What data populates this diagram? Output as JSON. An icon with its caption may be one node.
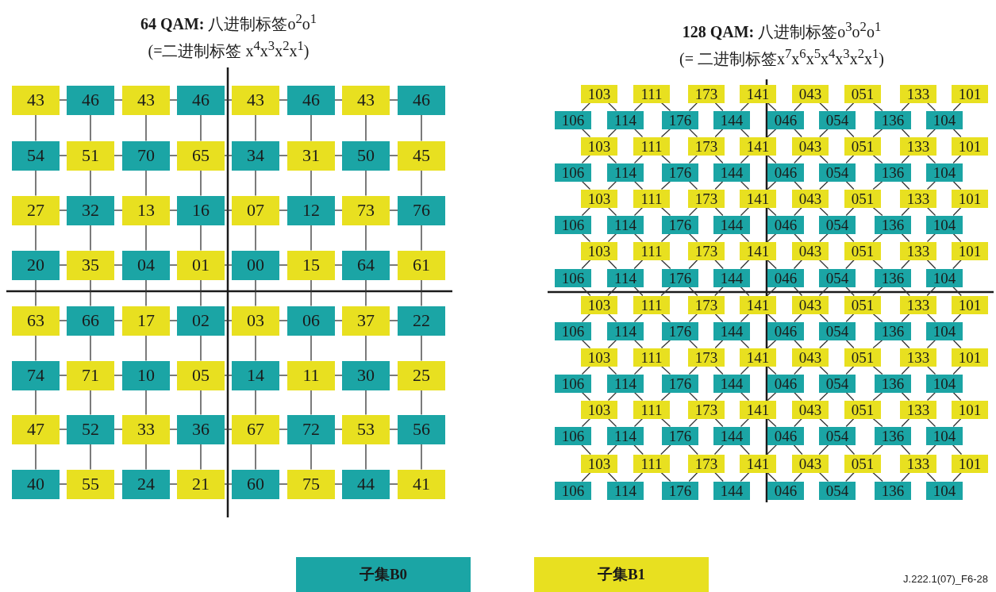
{
  "diagram": {
    "nodes": [
      {
        "text": [
          "43"
        ]
      },
      {
        "text": [
          "46"
        ]
      },
      {
        "text": [
          "43"
        ]
      },
      {
        "text": [
          "46"
        ]
      },
      {
        "text": [
          "43"
        ]
      },
      {
        "text": [
          "46"
        ]
      },
      {
        "text": [
          "43"
        ]
      },
      {
        "text": [
          "46"
        ]
      },
      {
        "text": [
          "54"
        ]
      },
      {
        "text": [
          "51"
        ]
      },
      {
        "text": [
          "70"
        ]
      },
      {
        "text": [
          "65"
        ]
      },
      {
        "text": [
          "34"
        ]
      },
      {
        "text": [
          "31"
        ]
      },
      {
        "text": [
          "50"
        ]
      },
      {
        "text": [
          "45"
        ]
      },
      {
        "text": [
          "27"
        ]
      },
      {
        "text": [
          "32"
        ]
      },
      {
        "text": [
          "13"
        ]
      },
      {
        "text": [
          "16"
        ]
      },
      {
        "text": [
          "07"
        ]
      },
      {
        "text": [
          "12"
        ]
      },
      {
        "text": [
          "73"
        ]
      },
      {
        "text": [
          "76"
        ]
      },
      {
        "text": [
          "20"
        ]
      },
      {
        "text": [
          "35"
        ]
      },
      {
        "text": [
          "04"
        ]
      },
      {
        "text": [
          "01"
        ]
      },
      {
        "text": [
          "00"
        ]
      },
      {
        "text": [
          "15"
        ]
      },
      {
        "text": [
          "64"
        ]
      },
      {
        "text": [
          "61"
        ]
      },
      {
        "text": [
          "63"
        ]
      },
      {
        "text": [
          "66"
        ]
      },
      {
        "text": [
          "17"
        ]
      },
      {
        "text": [
          "02"
        ]
      },
      {
        "text": [
          "03"
        ]
      },
      {
        "text": [
          "06"
        ]
      },
      {
        "text": [
          "37"
        ]
      },
      {
        "text": [
          "22"
        ]
      },
      {
        "text": [
          "74"
        ]
      },
      {
        "text": [
          "71"
        ]
      },
      {
        "text": [
          "10"
        ]
      },
      {
        "text": [
          "05"
        ]
      },
      {
        "text": [
          "14"
        ]
      },
      {
        "text": [
          "11"
        ]
      },
      {
        "text": [
          "30"
        ]
      },
      {
        "text": [
          "25"
        ]
      },
      {
        "text": [
          "47"
        ]
      },
      {
        "text": [
          "52"
        ]
      },
      {
        "text": [
          "33"
        ]
      },
      {
        "text": [
          "36"
        ]
      },
      {
        "text": [
          "67"
        ]
      },
      {
        "text": [
          "72"
        ]
      },
      {
        "text": [
          "53"
        ]
      },
      {
        "text": [
          "56"
        ]
      },
      {
        "text": [
          "40"
        ]
      },
      {
        "text": [
          "55"
        ]
      },
      {
        "text": [
          "24"
        ]
      },
      {
        "text": [
          "21"
        ]
      },
      {
        "text": [
          "60"
        ]
      },
      {
        "text": [
          "75"
        ]
      },
      {
        "text": [
          "44"
        ]
      },
      {
        "text": [
          "41"
        ]
      },
      {
        "text": [
          "103"
        ]
      },
      {
        "text": [
          "111"
        ]
      },
      {
        "text": [
          "173"
        ]
      },
      {
        "text": [
          "141"
        ]
      },
      {
        "text": [
          "043"
        ]
      },
      {
        "text": [
          "051"
        ]
      },
      {
        "text": [
          "133"
        ]
      },
      {
        "text": [
          "101"
        ]
      },
      {
        "text": [
          "106"
        ]
      },
      {
        "text": [
          "114"
        ]
      },
      {
        "text": [
          "176"
        ]
      },
      {
        "text": [
          "144"
        ]
      },
      {
        "text": [
          "046"
        ]
      },
      {
        "text": [
          "054"
        ]
      },
      {
        "text": [
          "136"
        ]
      },
      {
        "text": [
          "104"
        ]
      },
      {
        "text": [
          "103"
        ]
      },
      {
        "text": [
          "111"
        ]
      },
      {
        "text": [
          "173"
        ]
      },
      {
        "text": [
          "141"
        ]
      },
      {
        "text": [
          "043"
        ]
      },
      {
        "text": [
          "051"
        ]
      },
      {
        "text": [
          "133"
        ]
      },
      {
        "text": [
          "101"
        ]
      },
      {
        "text": [
          "106"
        ]
      },
      {
        "text": [
          "114"
        ]
      },
      {
        "text": [
          "176"
        ]
      },
      {
        "text": [
          "144"
        ]
      },
      {
        "text": [
          "046"
        ]
      },
      {
        "text": [
          "054"
        ]
      },
      {
        "text": [
          "136"
        ]
      },
      {
        "text": [
          "104"
        ]
      },
      {
        "text": [
          "103"
        ]
      },
      {
        "text": [
          "111"
        ]
      },
      {
        "text": [
          "173"
        ]
      },
      {
        "text": [
          "141"
        ]
      },
      {
        "text": [
          "043"
        ]
      },
      {
        "text": [
          "051"
        ]
      },
      {
        "text": [
          "133"
        ]
      },
      {
        "text": [
          "101"
        ]
      },
      {
        "text": [
          "106"
        ]
      },
      {
        "text": [
          "114"
        ]
      },
      {
        "text": [
          "176"
        ]
      },
      {
        "text": [
          "144"
        ]
      },
      {
        "text": [
          "046"
        ]
      },
      {
        "text": [
          "054"
        ]
      },
      {
        "text": [
          "136"
        ]
      },
      {
        "text": [
          "104"
        ]
      },
      {
        "text": [
          "103"
        ]
      },
      {
        "text": [
          "111"
        ]
      },
      {
        "text": [
          "173"
        ]
      },
      {
        "text": [
          "141"
        ]
      },
      {
        "text": [
          "043"
        ]
      },
      {
        "text": [
          "051"
        ]
      },
      {
        "text": [
          "133"
        ]
      },
      {
        "text": [
          "101"
        ]
      },
      {
        "text": [
          "106"
        ]
      },
      {
        "text": [
          "114"
        ]
      },
      {
        "text": [
          "176"
        ]
      },
      {
        "text": [
          "144"
        ]
      },
      {
        "text": [
          "046"
        ]
      },
      {
        "text": [
          "054"
        ]
      },
      {
        "text": [
          "136"
        ]
      },
      {
        "text": [
          "104"
        ]
      },
      {
        "text": [
          "103"
        ]
      },
      {
        "text": [
          "111"
        ]
      },
      {
        "text": [
          "173"
        ]
      },
      {
        "text": [
          "141"
        ]
      },
      {
        "text": [
          "043"
        ]
      },
      {
        "text": [
          "051"
        ]
      },
      {
        "text": [
          "133"
        ]
      },
      {
        "text": [
          "101"
        ]
      },
      {
        "text": [
          "106"
        ]
      },
      {
        "text": [
          "114"
        ]
      },
      {
        "text": [
          "176"
        ]
      },
      {
        "text": [
          "144"
        ]
      },
      {
        "text": [
          "046"
        ]
      },
      {
        "text": [
          "054"
        ]
      },
      {
        "text": [
          "136"
        ]
      },
      {
        "text": [
          "104"
        ]
      },
      {
        "text": [
          "103"
        ]
      },
      {
        "text": [
          "111"
        ]
      },
      {
        "text": [
          "173"
        ]
      },
      {
        "text": [
          "141"
        ]
      },
      {
        "text": [
          "043"
        ]
      },
      {
        "text": [
          "051"
        ]
      },
      {
        "text": [
          "133"
        ]
      },
      {
        "text": [
          "101"
        ]
      },
      {
        "text": [
          "106"
        ]
      },
      {
        "text": [
          "114"
        ]
      },
      {
        "text": [
          "176"
        ]
      },
      {
        "text": [
          "144"
        ]
      },
      {
        "text": [
          "046"
        ]
      },
      {
        "text": [
          "054"
        ]
      },
      {
        "text": [
          "136"
        ]
      },
      {
        "text": [
          "104"
        ]
      },
      {
        "text": [
          "103"
        ]
      },
      {
        "text": [
          "111"
        ]
      },
      {
        "text": [
          "173"
        ]
      },
      {
        "text": [
          "141"
        ]
      },
      {
        "text": [
          "043"
        ]
      },
      {
        "text": [
          "051"
        ]
      },
      {
        "text": [
          "133"
        ]
      },
      {
        "text": [
          "101"
        ]
      },
      {
        "text": [
          "106"
        ]
      },
      {
        "text": [
          "114"
        ]
      },
      {
        "text": [
          "176"
        ]
      },
      {
        "text": [
          "144"
        ]
      },
      {
        "text": [
          "046"
        ]
      },
      {
        "text": [
          "054"
        ]
      },
      {
        "text": [
          "136"
        ]
      },
      {
        "text": [
          "104"
        ]
      },
      {
        "text": [
          "103"
        ]
      },
      {
        "text": [
          "111"
        ]
      },
      {
        "text": [
          "173"
        ]
      },
      {
        "text": [
          "141"
        ]
      },
      {
        "text": [
          "043"
        ]
      },
      {
        "text": [
          "051"
        ]
      },
      {
        "text": [
          "133"
        ]
      },
      {
        "text": [
          "101"
        ]
      },
      {
        "text": [
          "106"
        ]
      },
      {
        "text": [
          "114"
        ]
      },
      {
        "text": [
          "176"
        ]
      },
      {
        "text": [
          "144"
        ]
      },
      {
        "text": [
          "046"
        ]
      },
      {
        "text": [
          "054"
        ]
      },
      {
        "text": [
          "136"
        ]
      },
      {
        "text": [
          "104"
        ]
      }
    ],
    "edges": [
      {
        "from": 0,
        "to": 1,
        "arrow": "none"
      },
      {
        "from": 1,
        "to": 2,
        "arrow": "none"
      },
      {
        "from": 2,
        "to": 3,
        "arrow": "none"
      },
      {
        "from": 3,
        "to": 4,
        "arrow": "none"
      },
      {
        "from": 4,
        "to": 5,
        "arrow": "none"
      },
      {
        "from": 5,
        "to": 6,
        "arrow": "none"
      },
      {
        "from": 6,
        "to": 7,
        "arrow": "none"
      },
      {
        "from": 0,
        "to": 8,
        "arrow": "none"
      },
      {
        "from": 1,
        "to": 9,
        "arrow": "none"
      },
      {
        "from": 2,
        "to": 10,
        "arrow": "none"
      },
      {
        "from": 3,
        "to": 11,
        "arrow": "none"
      },
      {
        "from": 4,
        "to": 12,
        "arrow": "none"
      },
      {
        "from": 5,
        "to": 13,
        "arrow": "none"
      },
      {
        "from": 6,
        "to": 14,
        "arrow": "none"
      },
      {
        "from": 7,
        "to": 15,
        "arrow": "none"
      },
      {
        "from": 8,
        "to": 9,
        "arrow": "none"
      },
      {
        "from": 9,
        "to": 10,
        "arrow": "none"
      },
      {
        "from": 10,
        "to": 11,
        "arrow": "none"
      },
      {
        "from": 11,
        "to": 12,
        "arrow": "none"
      },
      {
        "from": 12,
        "to": 13,
        "arrow": "none"
      },
      {
        "from": 13,
        "to": 14,
        "arrow": "none"
      },
      {
        "from": 14,
        "to": 15,
        "arrow": "none"
      },
      {
        "from": 8,
        "to": 16,
        "arrow": "none"
      },
      {
        "from": 9,
        "to": 17,
        "arrow": "none"
      },
      {
        "from": 10,
        "to": 18,
        "arrow": "none"
      },
      {
        "from": 11,
        "to": 19,
        "arrow": "none"
      },
      {
        "from": 12,
        "to": 20,
        "arrow": "none"
      },
      {
        "from": 13,
        "to": 21,
        "arrow": "none"
      },
      {
        "from": 14,
        "to": 22,
        "arrow": "none"
      },
      {
        "from": 15,
        "to": 23,
        "arrow": "none"
      },
      {
        "from": 16,
        "to": 17,
        "arrow": "none"
      },
      {
        "from": 17,
        "to": 18,
        "arrow": "none"
      },
      {
        "from": 18,
        "to": 19,
        "arrow": "none"
      },
      {
        "from": 19,
        "to": 20,
        "arrow": "none"
      },
      {
        "from": 20,
        "to": 21,
        "arrow": "none"
      },
      {
        "from": 21,
        "to": 22,
        "arrow": "none"
      },
      {
        "from": 22,
        "to": 23,
        "arrow": "none"
      },
      {
        "from": 16,
        "to": 24,
        "arrow": "none"
      },
      {
        "from": 17,
        "to": 25,
        "arrow": "none"
      },
      {
        "from": 18,
        "to": 26,
        "arrow": "none"
      },
      {
        "from": 19,
        "to": 27,
        "arrow": "none"
      },
      {
        "from": 20,
        "to": 28,
        "arrow": "none"
      },
      {
        "from": 21,
        "to": 29,
        "arrow": "none"
      },
      {
        "from": 22,
        "to": 30,
        "arrow": "none"
      },
      {
        "from": 23,
        "to": 31,
        "arrow": "none"
      },
      {
        "from": 24,
        "to": 25,
        "arrow": "none"
      },
      {
        "from": 25,
        "to": 26,
        "arrow": "none"
      },
      {
        "from": 26,
        "to": 27,
        "arrow": "none"
      },
      {
        "from": 27,
        "to": 28,
        "arrow": "none"
      },
      {
        "from": 28,
        "to": 29,
        "arrow": "none"
      },
      {
        "from": 29,
        "to": 30,
        "arrow": "none"
      },
      {
        "from": 30,
        "to": 31,
        "arrow": "none"
      },
      {
        "from": 24,
        "to": 32,
        "arrow": "none"
      },
      {
        "from": 25,
        "to": 33,
        "arrow": "none"
      },
      {
        "from": 26,
        "to": 34,
        "arrow": "none"
      },
      {
        "from": 27,
        "to": 35,
        "arrow": "none"
      },
      {
        "from": 28,
        "to": 36,
        "arrow": "none"
      },
      {
        "from": 29,
        "to": 37,
        "arrow": "none"
      },
      {
        "from": 30,
        "to": 38,
        "arrow": "none"
      },
      {
        "from": 31,
        "to": 39,
        "arrow": "none"
      },
      {
        "from": 32,
        "to": 33,
        "arrow": "none"
      },
      {
        "from": 33,
        "to": 34,
        "arrow": "none"
      },
      {
        "from": 34,
        "to": 35,
        "arrow": "none"
      },
      {
        "from": 35,
        "to": 36,
        "arrow": "none"
      },
      {
        "from": 36,
        "to": 37,
        "arrow": "none"
      },
      {
        "from": 37,
        "to": 38,
        "arrow": "none"
      },
      {
        "from": 38,
        "to": 39,
        "arrow": "none"
      },
      {
        "from": 32,
        "to": 40,
        "arrow": "none"
      },
      {
        "from": 33,
        "to": 41,
        "arrow": "none"
      },
      {
        "from": 34,
        "to": 42,
        "arrow": "none"
      },
      {
        "from": 35,
        "to": 43,
        "arrow": "none"
      },
      {
        "from": 36,
        "to": 44,
        "arrow": "none"
      },
      {
        "from": 37,
        "to": 45,
        "arrow": "none"
      },
      {
        "from": 38,
        "to": 46,
        "arrow": "none"
      },
      {
        "from": 39,
        "to": 47,
        "arrow": "none"
      },
      {
        "from": 40,
        "to": 41,
        "arrow": "none"
      },
      {
        "from": 41,
        "to": 42,
        "arrow": "none"
      },
      {
        "from": 42,
        "to": 43,
        "arrow": "none"
      },
      {
        "from": 43,
        "to": 44,
        "arrow": "none"
      },
      {
        "from": 44,
        "to": 45,
        "arrow": "none"
      },
      {
        "from": 45,
        "to": 46,
        "arrow": "none"
      },
      {
        "from": 46,
        "to": 47,
        "arrow": "none"
      },
      {
        "from": 40,
        "to": 48,
        "arrow": "none"
      },
      {
        "from": 41,
        "to": 49,
        "arrow": "none"
      },
      {
        "from": 42,
        "to": 50,
        "arrow": "none"
      },
      {
        "from": 43,
        "to": 51,
        "arrow": "none"
      },
      {
        "from": 44,
        "to": 52,
        "arrow": "none"
      },
      {
        "from": 45,
        "to": 53,
        "arrow": "none"
      },
      {
        "from": 46,
        "to": 54,
        "arrow": "none"
      },
      {
        "from": 47,
        "to": 55,
        "arrow": "none"
      },
      {
        "from": 48,
        "to": 49,
        "arrow": "none"
      },
      {
        "from": 49,
        "to": 50,
        "arrow": "none"
      },
      {
        "from": 50,
        "to": 51,
        "arrow": "none"
      },
      {
        "from": 51,
        "to": 52,
        "arrow": "none"
      },
      {
        "from": 52,
        "to": 53,
        "arrow": "none"
      },
      {
        "from": 53,
        "to": 54,
        "arrow": "none"
      },
      {
        "from": 54,
        "to": 55,
        "arrow": "none"
      },
      {
        "from": 48,
        "to": 56,
        "arrow": "none"
      },
      {
        "from": 49,
        "to": 57,
        "arrow": "none"
      },
      {
        "from": 50,
        "to": 58,
        "arrow": "none"
      },
      {
        "from": 51,
        "to": 59,
        "arrow": "none"
      },
      {
        "from": 52,
        "to": 60,
        "arrow": "none"
      },
      {
        "from": 53,
        "to": 61,
        "arrow": "none"
      },
      {
        "from": 54,
        "to": 62,
        "arrow": "none"
      },
      {
        "from": 55,
        "to": 63,
        "arrow": "none"
      },
      {
        "from": 56,
        "to": 57,
        "arrow": "none"
      },
      {
        "from": 57,
        "to": 58,
        "arrow": "none"
      },
      {
        "from": 58,
        "to": 59,
        "arrow": "none"
      },
      {
        "from": 59,
        "to": 60,
        "arrow": "none"
      },
      {
        "from": 60,
        "to": 61,
        "arrow": "none"
      },
      {
        "from": 61,
        "to": 62,
        "arrow": "none"
      },
      {
        "from": 62,
        "to": 63,
        "arrow": "none"
      },
      {
        "from": 64,
        "to": 72,
        "arrow": "none"
      },
      {
        "from": 64,
        "to": 73,
        "arrow": "none"
      },
      {
        "from": 65,
        "to": 73,
        "arrow": "none"
      },
      {
        "from": 65,
        "to": 74,
        "arrow": "none"
      },
      {
        "from": 66,
        "to": 74,
        "arrow": "none"
      },
      {
        "from": 66,
        "to": 75,
        "arrow": "none"
      },
      {
        "from": 67,
        "to": 75,
        "arrow": "none"
      },
      {
        "from": 67,
        "to": 76,
        "arrow": "none"
      },
      {
        "from": 68,
        "to": 76,
        "arrow": "none"
      },
      {
        "from": 68,
        "to": 77,
        "arrow": "none"
      },
      {
        "from": 69,
        "to": 77,
        "arrow": "none"
      },
      {
        "from": 69,
        "to": 78,
        "arrow": "none"
      },
      {
        "from": 70,
        "to": 78,
        "arrow": "none"
      },
      {
        "from": 70,
        "to": 79,
        "arrow": "none"
      },
      {
        "from": 71,
        "to": 79,
        "arrow": "none"
      },
      {
        "from": 72,
        "to": 80,
        "arrow": "none"
      },
      {
        "from": 73,
        "to": 80,
        "arrow": "none"
      },
      {
        "from": 73,
        "to": 81,
        "arrow": "none"
      },
      {
        "from": 74,
        "to": 81,
        "arrow": "none"
      },
      {
        "from": 74,
        "to": 82,
        "arrow": "none"
      },
      {
        "from": 75,
        "to": 82,
        "arrow": "none"
      },
      {
        "from": 75,
        "to": 83,
        "arrow": "none"
      },
      {
        "from": 76,
        "to": 83,
        "arrow": "none"
      },
      {
        "from": 76,
        "to": 84,
        "arrow": "none"
      },
      {
        "from": 77,
        "to": 84,
        "arrow": "none"
      },
      {
        "from": 77,
        "to": 85,
        "arrow": "none"
      },
      {
        "from": 78,
        "to": 85,
        "arrow": "none"
      },
      {
        "from": 78,
        "to": 86,
        "arrow": "none"
      },
      {
        "from": 79,
        "to": 86,
        "arrow": "none"
      },
      {
        "from": 79,
        "to": 87,
        "arrow": "none"
      },
      {
        "from": 80,
        "to": 88,
        "arrow": "none"
      },
      {
        "from": 80,
        "to": 89,
        "arrow": "none"
      },
      {
        "from": 81,
        "to": 89,
        "arrow": "none"
      },
      {
        "from": 81,
        "to": 90,
        "arrow": "none"
      },
      {
        "from": 82,
        "to": 90,
        "arrow": "none"
      },
      {
        "from": 82,
        "to": 91,
        "arrow": "none"
      },
      {
        "from": 83,
        "to": 91,
        "arrow": "none"
      },
      {
        "from": 83,
        "to": 92,
        "arrow": "none"
      },
      {
        "from": 84,
        "to": 92,
        "arrow": "none"
      },
      {
        "from": 84,
        "to": 93,
        "arrow": "none"
      },
      {
        "from": 85,
        "to": 93,
        "arrow": "none"
      },
      {
        "from": 85,
        "to": 94,
        "arrow": "none"
      },
      {
        "from": 86,
        "to": 94,
        "arrow": "none"
      },
      {
        "from": 86,
        "to": 95,
        "arrow": "none"
      },
      {
        "from": 87,
        "to": 95,
        "arrow": "none"
      },
      {
        "from": 88,
        "to": 96,
        "arrow": "none"
      },
      {
        "from": 89,
        "to": 96,
        "arrow": "none"
      },
      {
        "from": 89,
        "to": 97,
        "arrow": "none"
      },
      {
        "from": 90,
        "to": 97,
        "arrow": "none"
      },
      {
        "from": 90,
        "to": 98,
        "arrow": "none"
      },
      {
        "from": 91,
        "to": 98,
        "arrow": "none"
      },
      {
        "from": 91,
        "to": 99,
        "arrow": "none"
      },
      {
        "from": 92,
        "to": 99,
        "arrow": "none"
      },
      {
        "from": 92,
        "to": 100,
        "arrow": "none"
      },
      {
        "from": 93,
        "to": 100,
        "arrow": "none"
      },
      {
        "from": 93,
        "to": 101,
        "arrow": "none"
      },
      {
        "from": 94,
        "to": 101,
        "arrow": "none"
      },
      {
        "from": 94,
        "to": 102,
        "arrow": "none"
      },
      {
        "from": 95,
        "to": 102,
        "arrow": "none"
      },
      {
        "from": 95,
        "to": 103,
        "arrow": "none"
      },
      {
        "from": 96,
        "to": 104,
        "arrow": "none"
      },
      {
        "from": 96,
        "to": 105,
        "arrow": "none"
      },
      {
        "from": 97,
        "to": 105,
        "arrow": "none"
      },
      {
        "from": 97,
        "to": 106,
        "arrow": "none"
      },
      {
        "from": 98,
        "to": 106,
        "arrow": "none"
      },
      {
        "from": 98,
        "to": 107,
        "arrow": "none"
      },
      {
        "from": 99,
        "to": 107,
        "arrow": "none"
      },
      {
        "from": 99,
        "to": 108,
        "arrow": "none"
      },
      {
        "from": 100,
        "to": 108,
        "arrow": "none"
      },
      {
        "from": 100,
        "to": 109,
        "arrow": "none"
      },
      {
        "from": 101,
        "to": 109,
        "arrow": "none"
      },
      {
        "from": 101,
        "to": 110,
        "arrow": "none"
      },
      {
        "from": 102,
        "to": 110,
        "arrow": "none"
      },
      {
        "from": 102,
        "to": 111,
        "arrow": "none"
      },
      {
        "from": 103,
        "to": 111,
        "arrow": "none"
      },
      {
        "from": 104,
        "to": 112,
        "arrow": "none"
      },
      {
        "from": 105,
        "to": 112,
        "arrow": "none"
      },
      {
        "from": 105,
        "to": 113,
        "arrow": "none"
      },
      {
        "from": 106,
        "to": 113,
        "arrow": "none"
      },
      {
        "from": 106,
        "to": 114,
        "arrow": "none"
      },
      {
        "from": 107,
        "to": 114,
        "arrow": "none"
      },
      {
        "from": 107,
        "to": 115,
        "arrow": "none"
      },
      {
        "from": 108,
        "to": 115,
        "arrow": "none"
      },
      {
        "from": 108,
        "to": 116,
        "arrow": "none"
      },
      {
        "from": 109,
        "to": 116,
        "arrow": "none"
      },
      {
        "from": 109,
        "to": 117,
        "arrow": "none"
      },
      {
        "from": 110,
        "to": 117,
        "arrow": "none"
      },
      {
        "from": 110,
        "to": 118,
        "arrow": "none"
      },
      {
        "from": 111,
        "to": 118,
        "arrow": "none"
      },
      {
        "from": 111,
        "to": 119,
        "arrow": "none"
      },
      {
        "from": 112,
        "to": 120,
        "arrow": "none"
      },
      {
        "from": 112,
        "to": 121,
        "arrow": "none"
      },
      {
        "from": 113,
        "to": 121,
        "arrow": "none"
      },
      {
        "from": 113,
        "to": 122,
        "arrow": "none"
      },
      {
        "from": 114,
        "to": 122,
        "arrow": "none"
      },
      {
        "from": 114,
        "to": 123,
        "arrow": "none"
      },
      {
        "from": 115,
        "to": 123,
        "arrow": "none"
      },
      {
        "from": 115,
        "to": 124,
        "arrow": "none"
      },
      {
        "from": 116,
        "to": 124,
        "arrow": "none"
      },
      {
        "from": 116,
        "to": 125,
        "arrow": "none"
      },
      {
        "from": 117,
        "to": 125,
        "arrow": "none"
      },
      {
        "from": 117,
        "to": 126,
        "arrow": "none"
      },
      {
        "from": 118,
        "to": 126,
        "arrow": "none"
      },
      {
        "from": 118,
        "to": 127,
        "arrow": "none"
      },
      {
        "from": 119,
        "to": 127,
        "arrow": "none"
      },
      {
        "from": 120,
        "to": 128,
        "arrow": "none"
      },
      {
        "from": 121,
        "to": 128,
        "arrow": "none"
      },
      {
        "from": 121,
        "to": 129,
        "arrow": "none"
      },
      {
        "from": 122,
        "to": 129,
        "arrow": "none"
      },
      {
        "from": 122,
        "to": 130,
        "arrow": "none"
      },
      {
        "from": 123,
        "to": 130,
        "arrow": "none"
      },
      {
        "from": 123,
        "to": 131,
        "arrow": "none"
      },
      {
        "from": 124,
        "to": 131,
        "arrow": "none"
      },
      {
        "from": 124,
        "to": 132,
        "arrow": "none"
      },
      {
        "from": 125,
        "to": 132,
        "arrow": "none"
      },
      {
        "from": 125,
        "to": 133,
        "arrow": "none"
      },
      {
        "from": 126,
        "to": 133,
        "arrow": "none"
      },
      {
        "from": 126,
        "to": 134,
        "arrow": "none"
      },
      {
        "from": 127,
        "to": 134,
        "arrow": "none"
      },
      {
        "from": 127,
        "to": 135,
        "arrow": "none"
      },
      {
        "from": 128,
        "to": 136,
        "arrow": "none"
      },
      {
        "from": 128,
        "to": 137,
        "arrow": "none"
      },
      {
        "from": 129,
        "to": 137,
        "arrow": "none"
      },
      {
        "from": 129,
        "to": 138,
        "arrow": "none"
      },
      {
        "from": 130,
        "to": 138,
        "arrow": "none"
      },
      {
        "from": 130,
        "to": 139,
        "arrow": "none"
      },
      {
        "from": 131,
        "to": 139,
        "arrow": "none"
      },
      {
        "from": 131,
        "to": 140,
        "arrow": "none"
      },
      {
        "from": 132,
        "to": 140,
        "arrow": "none"
      },
      {
        "from": 132,
        "to": 141,
        "arrow": "none"
      },
      {
        "from": 133,
        "to": 141,
        "arrow": "none"
      },
      {
        "from": 133,
        "to": 142,
        "arrow": "none"
      },
      {
        "from": 134,
        "to": 142,
        "arrow": "none"
      },
      {
        "from": 134,
        "to": 143,
        "arrow": "none"
      },
      {
        "from": 135,
        "to": 143,
        "arrow": "none"
      },
      {
        "from": 136,
        "to": 144,
        "arrow": "none"
      },
      {
        "from": 137,
        "to": 144,
        "arrow": "none"
      },
      {
        "from": 137,
        "to": 145,
        "arrow": "none"
      },
      {
        "from": 138,
        "to": 145,
        "arrow": "none"
      },
      {
        "from": 138,
        "to": 146,
        "arrow": "none"
      },
      {
        "from": 139,
        "to": 146,
        "arrow": "none"
      },
      {
        "from": 139,
        "to": 147,
        "arrow": "none"
      },
      {
        "from": 140,
        "to": 147,
        "arrow": "none"
      },
      {
        "from": 140,
        "to": 148,
        "arrow": "none"
      },
      {
        "from": 141,
        "to": 148,
        "arrow": "none"
      },
      {
        "from": 141,
        "to": 149,
        "arrow": "none"
      },
      {
        "from": 142,
        "to": 149,
        "arrow": "none"
      },
      {
        "from": 142,
        "to": 150,
        "arrow": "none"
      },
      {
        "from": 143,
        "to": 150,
        "arrow": "none"
      },
      {
        "from": 143,
        "to": 151,
        "arrow": "none"
      },
      {
        "from": 144,
        "to": 152,
        "arrow": "none"
      },
      {
        "from": 144,
        "to": 153,
        "arrow": "none"
      },
      {
        "from": 145,
        "to": 153,
        "arrow": "none"
      },
      {
        "from": 145,
        "to": 154,
        "arrow": "none"
      },
      {
        "from": 146,
        "to": 154,
        "arrow": "none"
      },
      {
        "from": 146,
        "to": 155,
        "arrow": "none"
      },
      {
        "from": 147,
        "to": 155,
        "arrow": "none"
      },
      {
        "from": 147,
        "to": 156,
        "arrow": "none"
      },
      {
        "from": 148,
        "to": 156,
        "arrow": "none"
      },
      {
        "from": 148,
        "to": 157,
        "arrow": "none"
      },
      {
        "from": 149,
        "to": 157,
        "arrow": "none"
      },
      {
        "from": 149,
        "to": 158,
        "arrow": "none"
      },
      {
        "from": 150,
        "to": 158,
        "arrow": "none"
      },
      {
        "from": 150,
        "to": 159,
        "arrow": "none"
      },
      {
        "from": 151,
        "to": 159,
        "arrow": "none"
      },
      {
        "from": 152,
        "to": 160,
        "arrow": "none"
      },
      {
        "from": 153,
        "to": 160,
        "arrow": "none"
      },
      {
        "from": 153,
        "to": 161,
        "arrow": "none"
      },
      {
        "from": 154,
        "to": 161,
        "arrow": "none"
      },
      {
        "from": 154,
        "to": 162,
        "arrow": "none"
      },
      {
        "from": 155,
        "to": 162,
        "arrow": "none"
      },
      {
        "from": 155,
        "to": 163,
        "arrow": "none"
      },
      {
        "from": 156,
        "to": 163,
        "arrow": "none"
      },
      {
        "from": 156,
        "to": 164,
        "arrow": "none"
      },
      {
        "from": 157,
        "to": 164,
        "arrow": "none"
      },
      {
        "from": 157,
        "to": 165,
        "arrow": "none"
      },
      {
        "from": 158,
        "to": 165,
        "arrow": "none"
      },
      {
        "from": 158,
        "to": 166,
        "arrow": "none"
      },
      {
        "from": 159,
        "to": 166,
        "arrow": "none"
      },
      {
        "from": 159,
        "to": 167,
        "arrow": "none"
      },
      {
        "from": 160,
        "to": 168,
        "arrow": "none"
      },
      {
        "from": 160,
        "to": 169,
        "arrow": "none"
      },
      {
        "from": 161,
        "to": 169,
        "arrow": "none"
      },
      {
        "from": 161,
        "to": 170,
        "arrow": "none"
      },
      {
        "from": 162,
        "to": 170,
        "arrow": "none"
      },
      {
        "from": 162,
        "to": 171,
        "arrow": "none"
      },
      {
        "from": 163,
        "to": 171,
        "arrow": "none"
      },
      {
        "from": 163,
        "to": 172,
        "arrow": "none"
      },
      {
        "from": 164,
        "to": 172,
        "arrow": "none"
      },
      {
        "from": 164,
        "to": 173,
        "arrow": "none"
      },
      {
        "from": 165,
        "to": 173,
        "arrow": "none"
      },
      {
        "from": 165,
        "to": 174,
        "arrow": "none"
      },
      {
        "from": 166,
        "to": 174,
        "arrow": "none"
      },
      {
        "from": 166,
        "to": 175,
        "arrow": "none"
      },
      {
        "from": 167,
        "to": 175,
        "arrow": "none"
      },
      {
        "from": 168,
        "to": 176,
        "arrow": "none"
      },
      {
        "from": 169,
        "to": 176,
        "arrow": "none"
      },
      {
        "from": 169,
        "to": 177,
        "arrow": "none"
      },
      {
        "from": 170,
        "to": 177,
        "arrow": "none"
      },
      {
        "from": 170,
        "to": 178,
        "arrow": "none"
      },
      {
        "from": 171,
        "to": 178,
        "arrow": "none"
      },
      {
        "from": 171,
        "to": 179,
        "arrow": "none"
      },
      {
        "from": 172,
        "to": 179,
        "arrow": "none"
      },
      {
        "from": 172,
        "to": 180,
        "arrow": "none"
      },
      {
        "from": 173,
        "to": 180,
        "arrow": "none"
      },
      {
        "from": 173,
        "to": 181,
        "arrow": "none"
      },
      {
        "from": 174,
        "to": 181,
        "arrow": "none"
      },
      {
        "from": 174,
        "to": 182,
        "arrow": "none"
      },
      {
        "from": 175,
        "to": 182,
        "arrow": "none"
      },
      {
        "from": 175,
        "to": 183,
        "arrow": "none"
      },
      {
        "from": 176,
        "to": 184,
        "arrow": "none"
      },
      {
        "from": 176,
        "to": 185,
        "arrow": "none"
      },
      {
        "from": 177,
        "to": 185,
        "arrow": "none"
      },
      {
        "from": 177,
        "to": 186,
        "arrow": "none"
      },
      {
        "from": 178,
        "to": 186,
        "arrow": "none"
      },
      {
        "from": 178,
        "to": 187,
        "arrow": "none"
      },
      {
        "from": 179,
        "to": 187,
        "arrow": "none"
      },
      {
        "from": 179,
        "to": 188,
        "arrow": "none"
      },
      {
        "from": 180,
        "to": 188,
        "arrow": "none"
      },
      {
        "from": 180,
        "to": 189,
        "arrow": "none"
      },
      {
        "from": 181,
        "to": 189,
        "arrow": "none"
      },
      {
        "from": 181,
        "to": 190,
        "arrow": "none"
      },
      {
        "from": 182,
        "to": 190,
        "arrow": "none"
      },
      {
        "from": 182,
        "to": 191,
        "arrow": "none"
      },
      {
        "from": 183,
        "to": 191,
        "arrow": "none"
      }
    ],
    "labels": [
      "**64 QAM:** 八进制标签o$^{2}$o$^{1}$",
      "(=二进制标签 x$^{4}$x$^{3}$x$^{2}$x$^{1}$)",
      "**128 QAM:** 八进制标签o$^{3}$o$^{2}$o$^{1}$",
      "(= 二进制标签x$^{7}$x$^{6}$x$^{5}$x$^{4}$x$^{3}$x$^{2}$x$^{1}$)",
      "J.222.1(07)_F6-28"
    ],
    "legend": [
      {
        "text": "子集B0",
        "color": "#1ba5a5"
      },
      {
        "text": "子集B1",
        "color": "#e8e020"
      }
    ]
  }
}
